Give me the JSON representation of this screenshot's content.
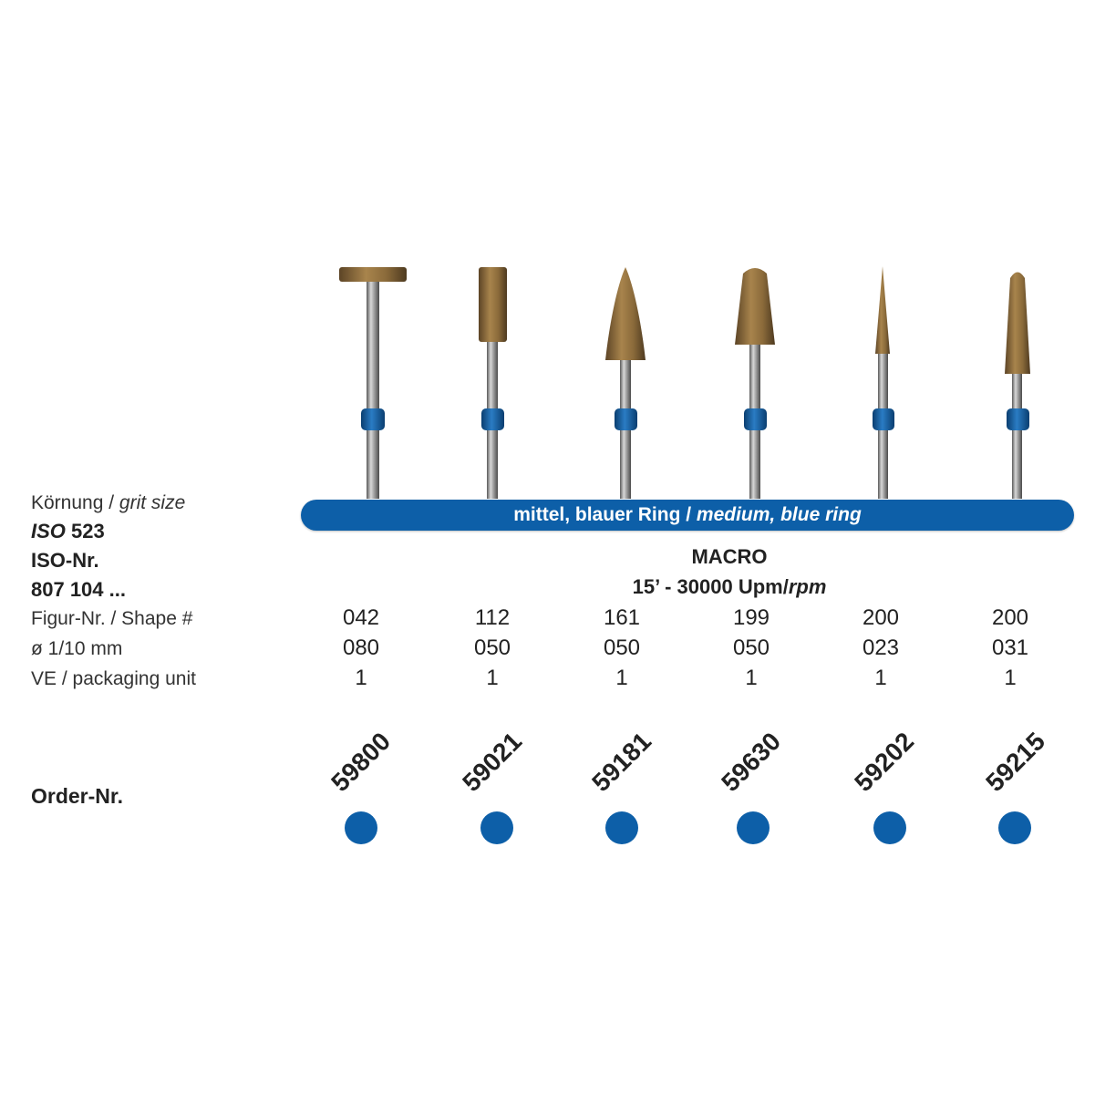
{
  "labels": {
    "grit_de": "Körnung",
    "grit_sep": " / ",
    "grit_en": "grit size",
    "iso_prefix": "ISO",
    "iso_number": " 523",
    "iso_nr": "ISO-Nr.",
    "iso_code": "807 104 ...",
    "shape_label": "Figur-Nr. / Shape #",
    "diameter_label": "ø 1/10 mm",
    "packaging_label": "VE / packaging unit",
    "order_label": "Order-Nr."
  },
  "banner": {
    "text_de": "mittel, blauer Ring / ",
    "text_en": "medium, blue ring",
    "color": "#0d5fa8"
  },
  "header": {
    "series": "MACRO",
    "speed": "15’ - 30000 Upm/",
    "speed_unit": "rpm"
  },
  "products": [
    {
      "shape": "042",
      "diameter": "080",
      "packaging": "1",
      "order": "59800",
      "tool_shape": "wheel"
    },
    {
      "shape": "112",
      "diameter": "050",
      "packaging": "1",
      "order": "59021",
      "tool_shape": "cylinder"
    },
    {
      "shape": "161",
      "diameter": "050",
      "packaging": "1",
      "order": "59181",
      "tool_shape": "pointed-cone"
    },
    {
      "shape": "199",
      "diameter": "050",
      "packaging": "1",
      "order": "59630",
      "tool_shape": "rounded-taper"
    },
    {
      "shape": "200",
      "diameter": "023",
      "packaging": "1",
      "order": "59202",
      "tool_shape": "thin-needle"
    },
    {
      "shape": "200",
      "diameter": "031",
      "packaging": "1",
      "order": "59215",
      "tool_shape": "slim-taper"
    }
  ],
  "colors": {
    "ring": "#0d5fa8",
    "diamond": "#8a6a3a",
    "shank": "#9a9a9a"
  }
}
